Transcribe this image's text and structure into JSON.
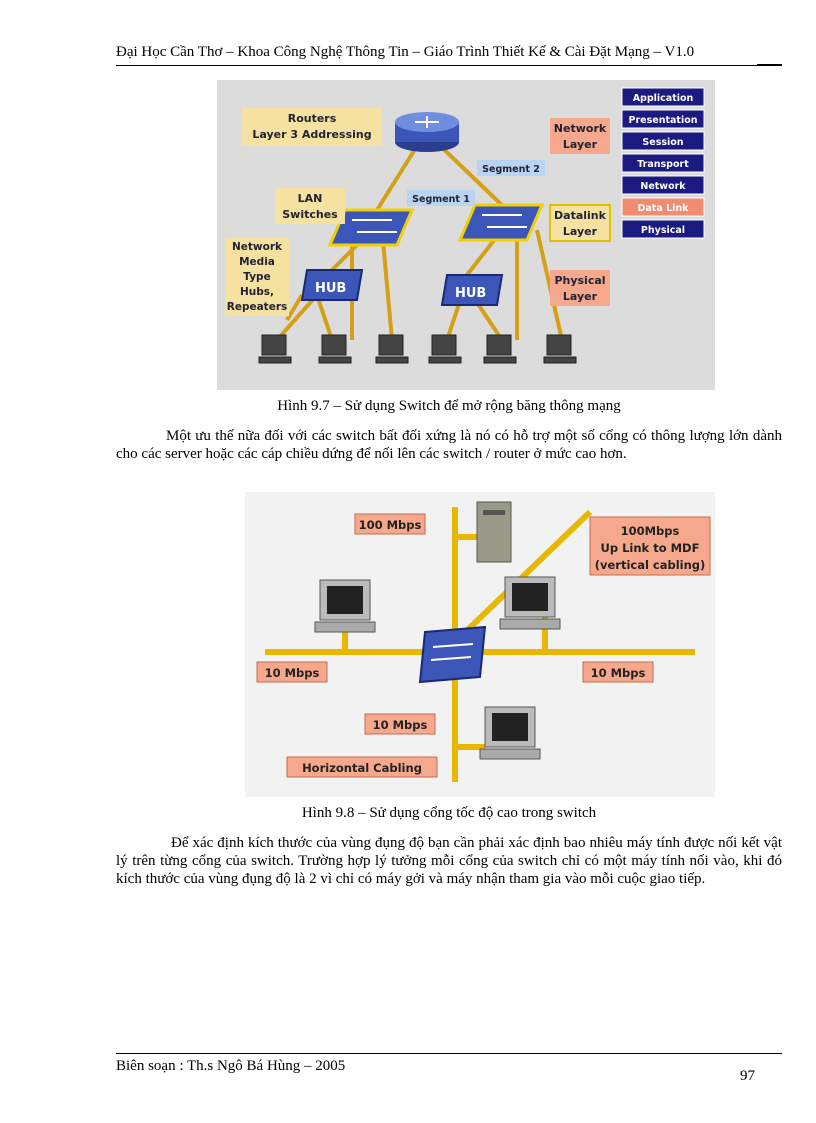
{
  "header": {
    "title": "Đại Học Cần Thơ – Khoa Công Nghệ Thông Tin – Giáo Trình Thiết Kế & Cài Đặt Mạng – V1.0"
  },
  "figure1": {
    "caption": "Hình 9.7 – Sử dụng Switch để mở rộng băng thông mạng",
    "routers_l1": "Routers",
    "routers_l2": "Layer 3 Addressing",
    "lan_l1": "LAN",
    "lan_l2": "Switches",
    "media_lines": [
      "Network",
      "Media",
      "Type",
      "Hubs,",
      "Repeaters"
    ],
    "segment1": "Segment 1",
    "segment2": "Segment 2",
    "hub": "HUB",
    "network_layer_l1": "Network",
    "network_layer_l2": "Layer",
    "datalink_layer_l1": "Datalink",
    "datalink_layer_l2": "Layer",
    "physical_layer_l1": "Physical",
    "physical_layer_l2": "Layer",
    "osi_layers": [
      "Application",
      "Presentation",
      "Session",
      "Transport",
      "Network",
      "Data Link",
      "Physical"
    ]
  },
  "paragraph1": "Một ưu thế nữa đối với các switch bất đối xứng là nó có hỗ trợ một số cổng có thông lượng lớn dành cho các server hoặc các cáp chiều dứng để nối lên các switch / router ở mức cao hơn.",
  "figure2": {
    "caption": "Hình 9.8 – Sử dụng cổng tốc độ cao trong switch",
    "label_100": "100 Mbps",
    "uplink_l1": "100Mbps",
    "uplink_l2": "Up Link to MDF",
    "uplink_l3": "(vertical cabling)",
    "label_10_left": "10 Mbps",
    "label_10_right": "10 Mbps",
    "label_10_bottom": "10 Mbps",
    "horizontal": "Horizontal Cabling"
  },
  "paragraph2": "Để xác định kích thước của vùng đụng độ bạn cần phải xác định bao nhiêu máy tính được nối kết vật lý trên từng cổng của switch. Trường hợp lý tưởng mỗi cổng của switch chỉ có một máy tính nối vào, khi đó kích thước của vùng đụng độ là 2 vì chỉ có máy gởi và máy nhận tham gia vào mỗi cuộc giao tiếp.",
  "footer": {
    "author": "Biên soạn : Th.s Ngô Bá Hùng – 2005",
    "page": "97"
  }
}
